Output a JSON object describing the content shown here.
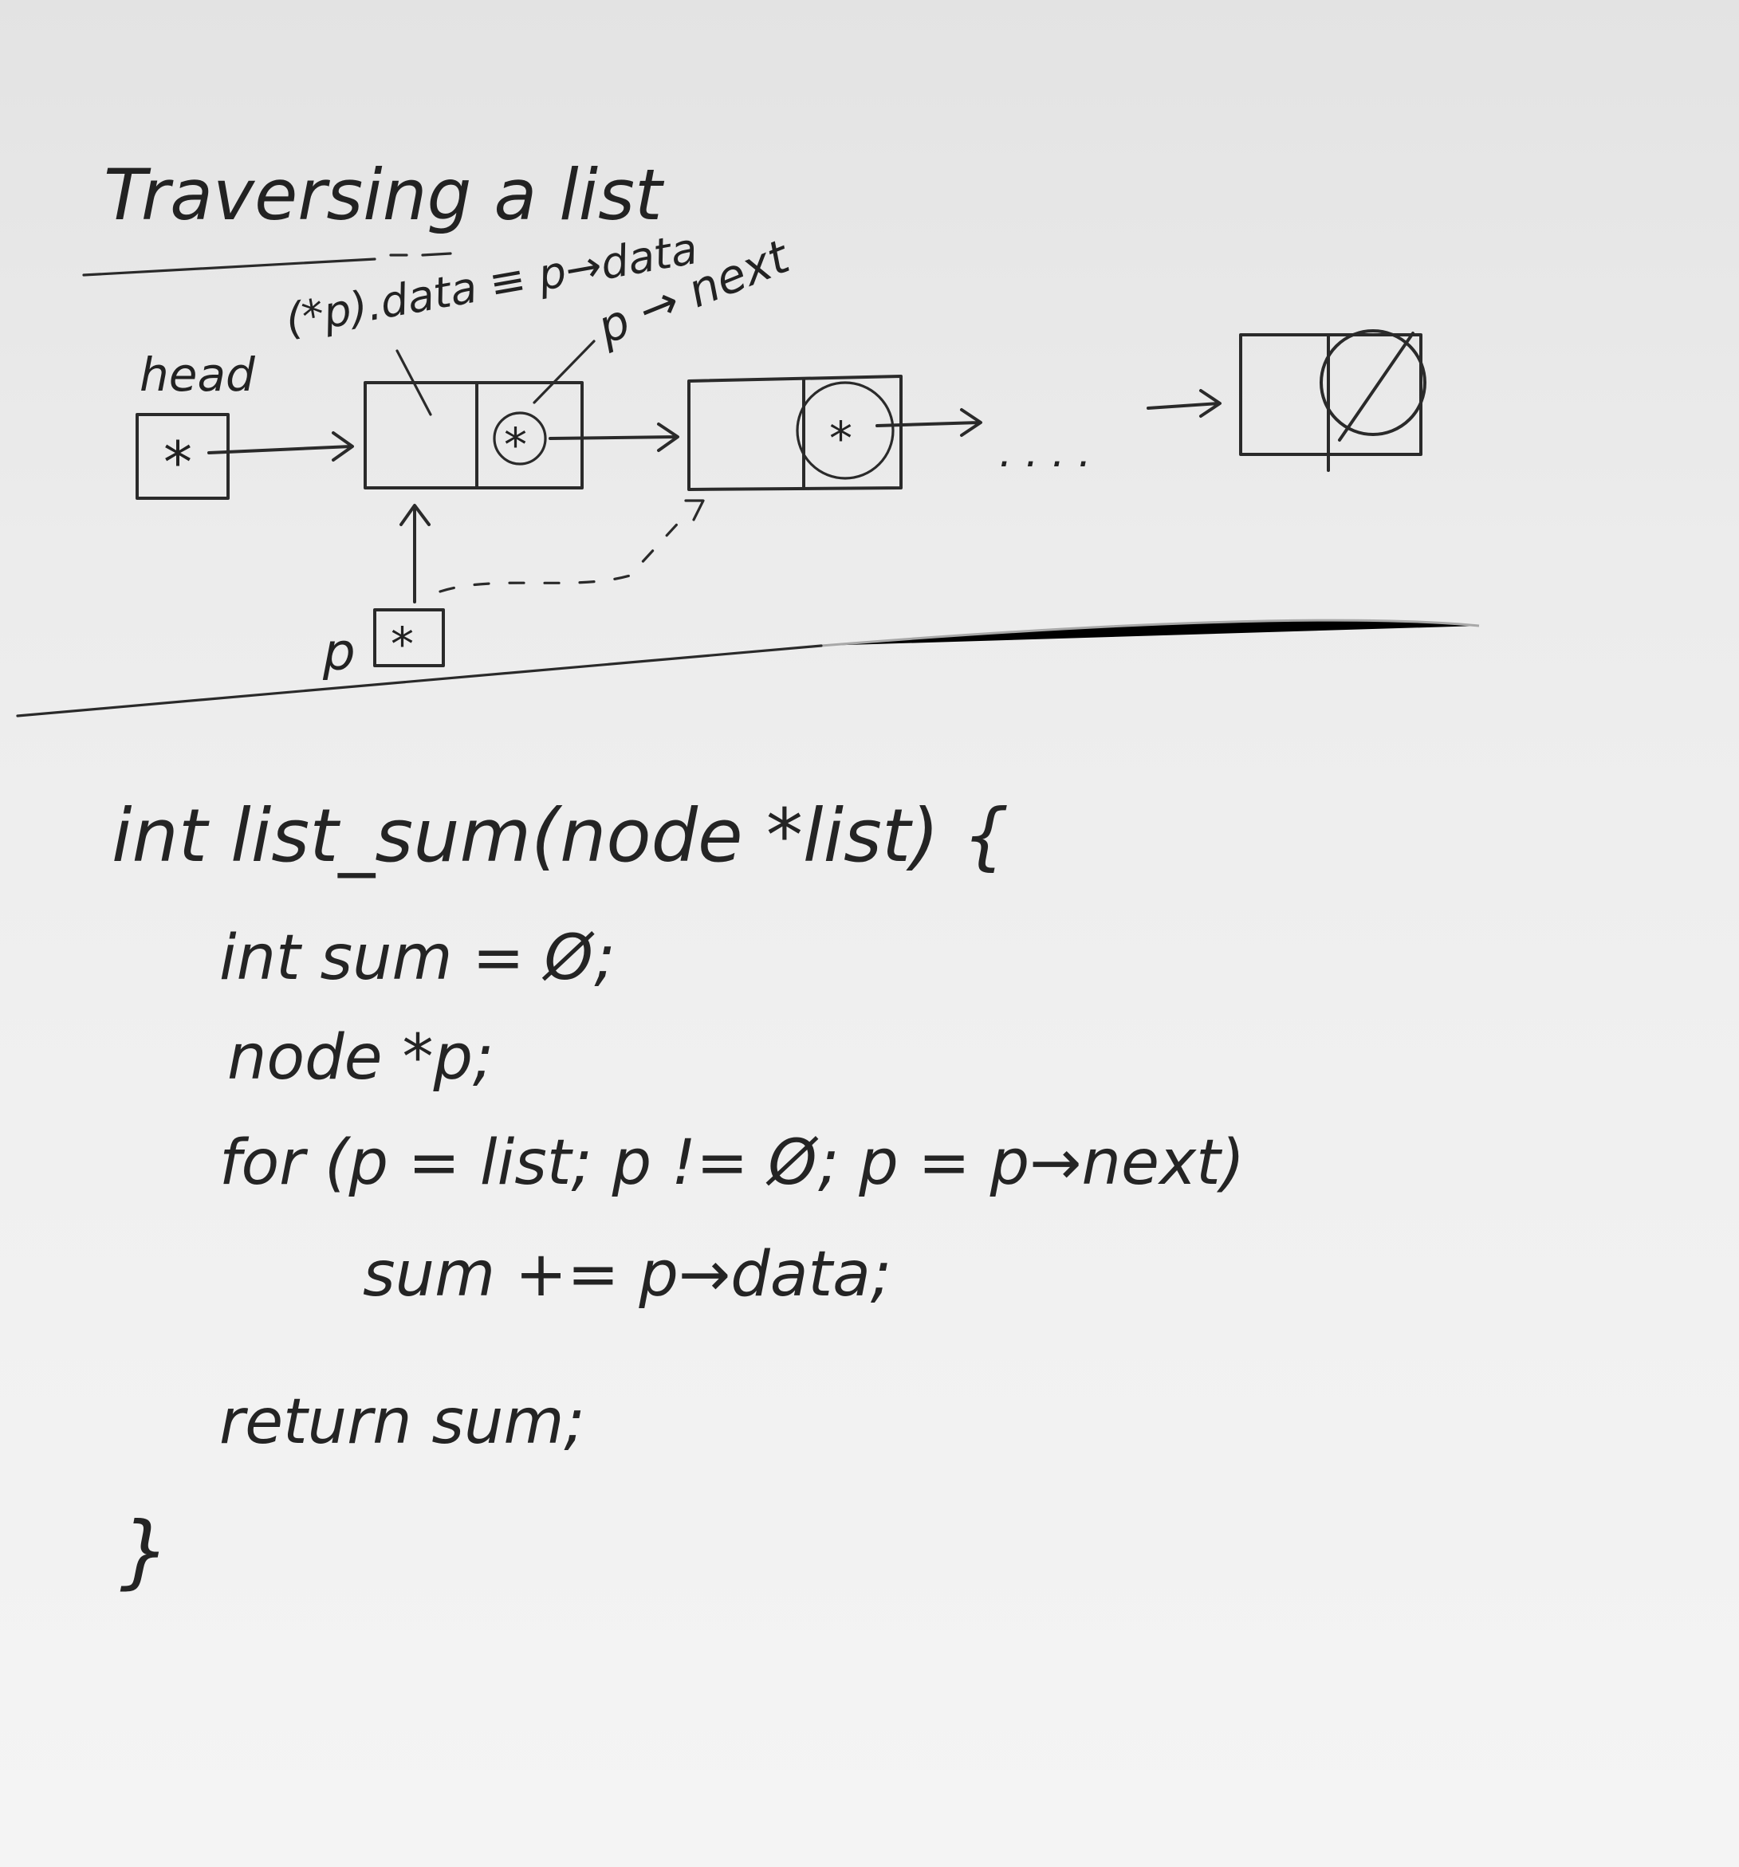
{
  "title": "Traversing a list",
  "labels": {
    "deref_data": "(*p).data ≡ p→data",
    "next": "p → next",
    "head": "head",
    "p": "p",
    "ptr": "*",
    "ellipsis": "· · · ·"
  },
  "code": {
    "line1": "int list_sum(node *list) {",
    "line2": "int sum = Ø;",
    "line3": "node *p;",
    "line4": "for (p = list; p != Ø; p = p→next)",
    "line5": "sum += p→data;",
    "line6": "return sum;",
    "line7": "}"
  }
}
